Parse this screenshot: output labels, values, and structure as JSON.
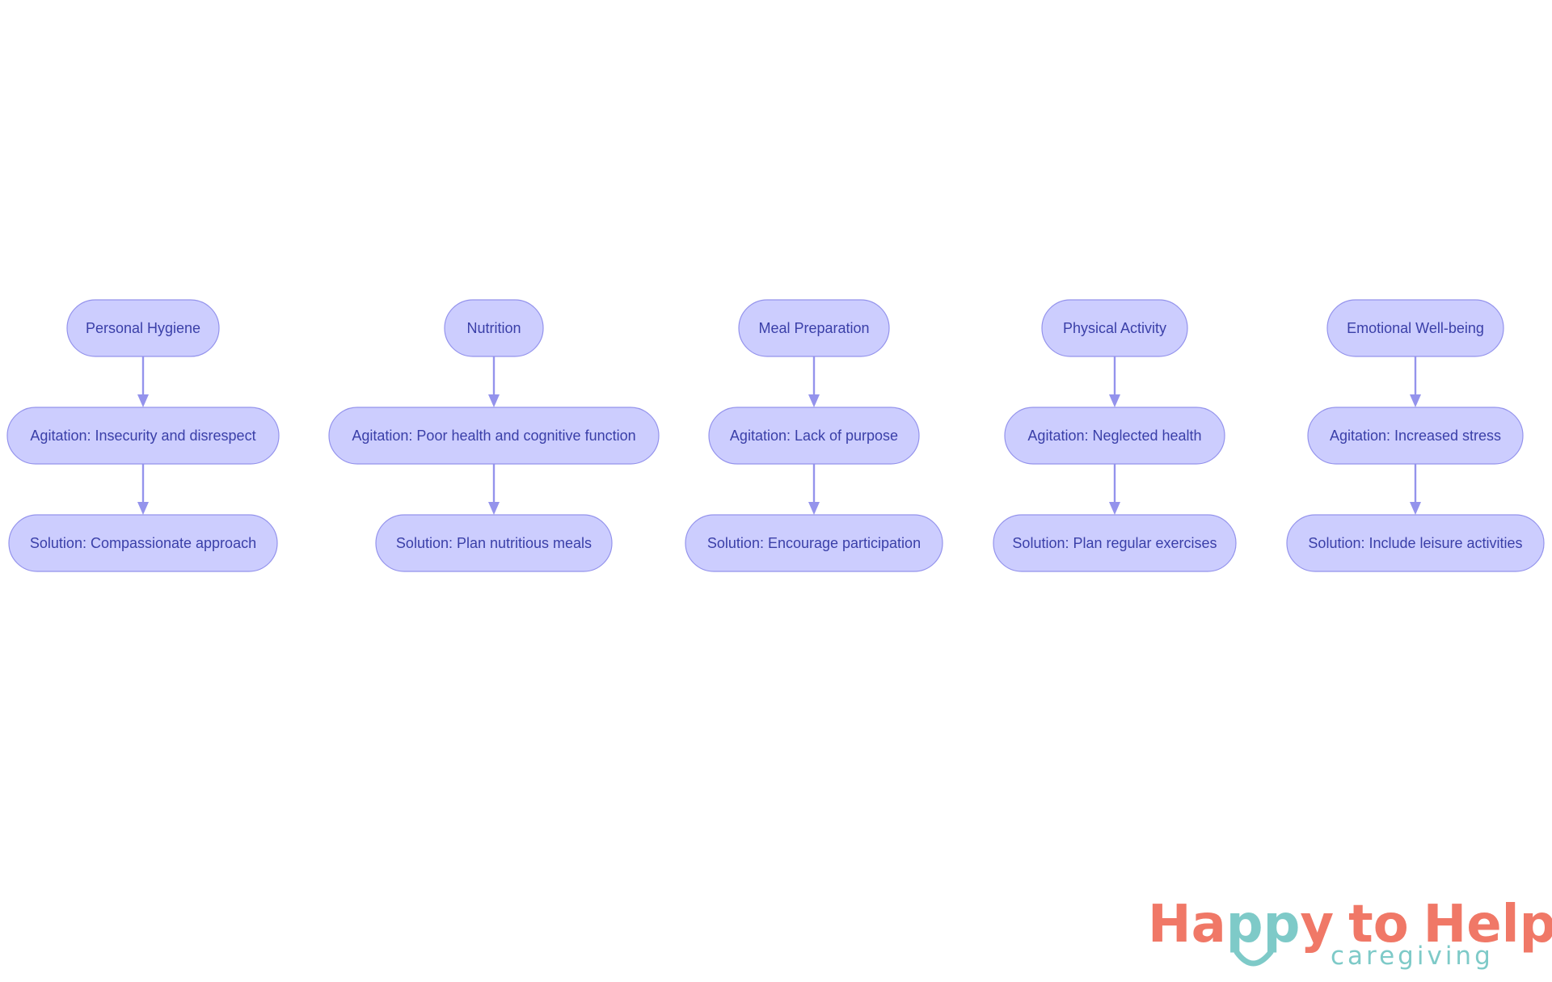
{
  "colors": {
    "node_fill": "#cccdfe",
    "node_stroke": "#9493ec",
    "node_text": "#3a3fa8",
    "edge": "#9493ec",
    "logo_coral": "#f07867",
    "logo_teal": "#7ecac8"
  },
  "diagram": {
    "columns": [
      {
        "id": "hygiene",
        "topic": "Personal Hygiene",
        "agitation": "Agitation: Insecurity and disrespect",
        "solution": "Solution: Compassionate approach"
      },
      {
        "id": "nutrition",
        "topic": "Nutrition",
        "agitation": "Agitation: Poor health and cognitive function",
        "solution": "Solution: Plan nutritious meals"
      },
      {
        "id": "meal-prep",
        "topic": "Meal Preparation",
        "agitation": "Agitation: Lack of purpose",
        "solution": "Solution: Encourage participation"
      },
      {
        "id": "physical",
        "topic": "Physical Activity",
        "agitation": "Agitation: Neglected health",
        "solution": "Solution: Plan regular exercises"
      },
      {
        "id": "emotional",
        "topic": "Emotional Well-being",
        "agitation": "Agitation: Increased stress",
        "solution": "Solution: Include leisure activities"
      }
    ]
  },
  "logo": {
    "word_happy": "Happy",
    "word_to": "to",
    "word_help": "Help",
    "word_caregiving": "caregiving"
  }
}
